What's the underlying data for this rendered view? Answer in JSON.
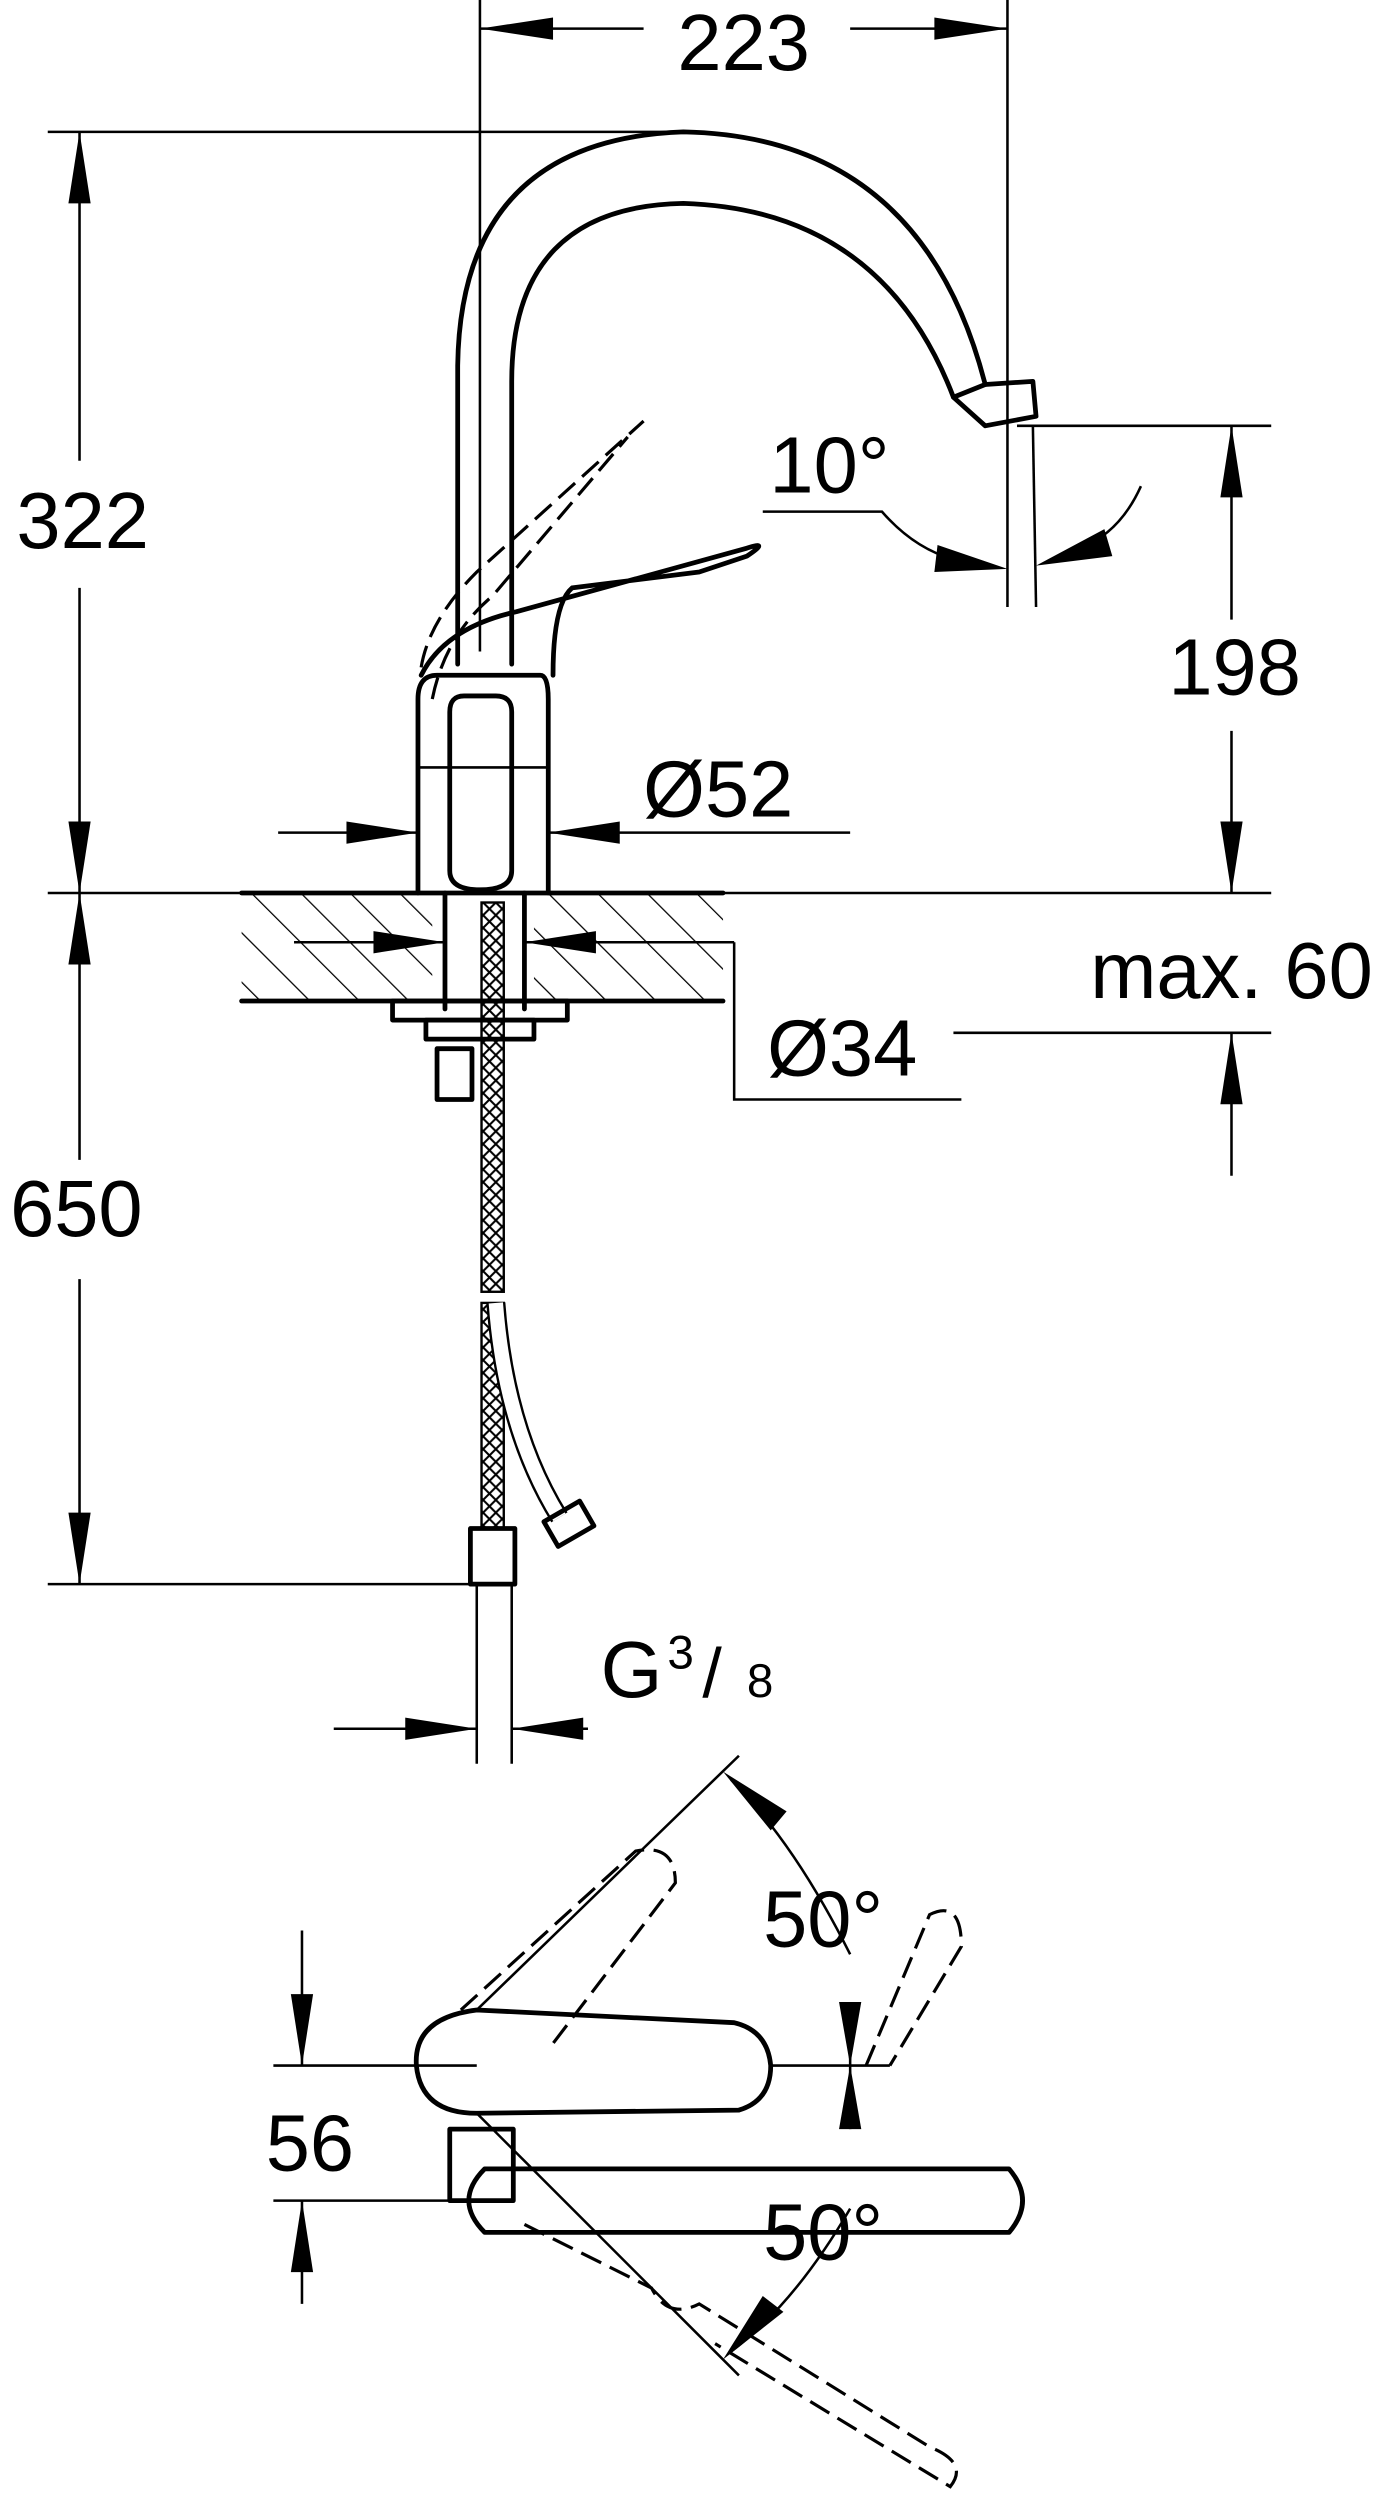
{
  "dimensions": {
    "width_223": "223",
    "height_322": "322",
    "height_650": "650",
    "height_198": "198",
    "max_60": "max. 60",
    "dia_52": "Ø52",
    "dia_34": "Ø34",
    "thread_g": "G",
    "thread_num": "3",
    "thread_den": "8",
    "angle_10": "10°",
    "angle_50_top": "50°",
    "angle_50_bottom": "50°",
    "lever_56": "56"
  },
  "colors": {
    "line": "#000000",
    "background": "#ffffff"
  }
}
